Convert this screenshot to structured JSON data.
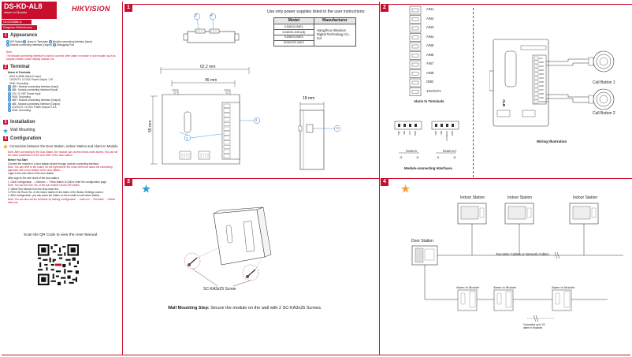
{
  "header": {
    "model": "DS-KD-AL8",
    "subtitle": "Alarm In Module",
    "doc_code": "UD12588B-A",
    "brand": "HIKVISION",
    "diagram_title": "Diagram References"
  },
  "left": {
    "sec1": {
      "num": "1",
      "title": "Appearance"
    },
    "appearance_items": [
      "DIP Switch",
      "Alarm In Terminals",
      "Module-connecting Interface (Input)",
      "Module-connecting Interface (Output)",
      "Debugging Port"
    ],
    "appearance_note_label": "Note:",
    "appearance_note": "The Module-connecting Interface is used to connect other alarm in module or sub module, such as keypad module, indoor display module, etc.",
    "sec2": {
      "num": "2",
      "title": "Terminal"
    },
    "terminal_header": "Alarm In Terminals",
    "terminal_lines": [
      "AIN1 to AIN8: Alarm In Input",
      "12VOUT1: 12 VDC Power Output, 1 W",
      "GND: Grounding"
    ],
    "mci_lines": [
      "485+: Module-connecting Interface (Input)",
      "485-: Module-connecting Interface (Input)",
      "12V: 12 VDC Power Input",
      "GND: Grounding",
      "485+: Module-connecting Interface (Output)",
      "485-: Module-connecting Interface (Output)",
      "12VOUT2: 12 VDC Power Output, 0.5 A",
      "GND: Grounding"
    ],
    "sec3": {
      "num": "3",
      "title": "Installation"
    },
    "wall_mounting": "Wall Mounting",
    "sec4": {
      "num": "4",
      "title": "Configuration"
    },
    "config_title": "Connection between the Door Station, Indoor Station and Alarm In Module",
    "config_note": "Note: After connecting to the door station, the module can use the mixed-order alarms. You can set the alarm parameters on the web client of the door station.",
    "before_start": "Before You Start",
    "before_start_text": "Connect the module to a door station device through module-connecting interface.",
    "before_start_note": "Note: You can refer to the Indoor On the right field to the cross reference about the connecting approach with a door station to the door station.",
    "login_text": "Login to the web client of the door station.",
    "after_login": "After login to the web client of the door station.",
    "steps": [
      "1. Click Configuration → Intercom → Press Button to Call to enter the configuration page.",
      "2. Select Sub Module from the drop-down list.",
      "3. Fill in the Room No. of the indoor station in the Alarm of the Button Settings column.",
      "4. After configuration, you can press the button on the module to call indoor station."
    ],
    "bold_note": "Note: You can set Sub. No. of the sub module via the DIP switch.",
    "web_note": "Note: You can also set the schedule by clicking Configuration → Intercom → Schedule → Global Intercom.",
    "qr_caption": "Scan the QR Code to view the User Manual."
  },
  "panel1": {
    "step": "1",
    "power_note": "Use only power supplies listed in the user instructions:",
    "table_headers": [
      "Model",
      "Manufacturer"
    ],
    "table_models": [
      "KD8003-IME1",
      "KD8003-IME1(B)",
      "KD8003-IME2",
      "KD8003F-IME2"
    ],
    "manufacturer": "Hangzhou Hikvision Digital Technology Co., Ltd.",
    "callout_3": "3",
    "callout_4": "4",
    "callout_1": "1",
    "callout_2": "2",
    "callout_5": "5",
    "dim_width": "62.2 mm",
    "dim_inner": "45 mm",
    "dim_height": "55 mm",
    "dim_depth": "18 mm"
  },
  "panel2": {
    "step": "2",
    "terminals": [
      "AIN1",
      "AIN2",
      "AIN3",
      "AIN4",
      "AIN5",
      "AIN6",
      "AIN7",
      "AIN8",
      "GND",
      "12VOUT1"
    ],
    "alarm_in_title": "Alarm In Terminals",
    "mci_title": "Module-connecting Interfaces",
    "mci_left_label": "RS485 IN",
    "mci_right_label": "RS485 OUT",
    "mci_left_pins": [
      "485+",
      "485-",
      "12V",
      "GND"
    ],
    "mci_right_pins": [
      "485+",
      "485-",
      "12VOUT2",
      "GND"
    ],
    "mci_left_nums": [
      "J1",
      "J4"
    ],
    "mci_right_nums": [
      "J1",
      "J4"
    ],
    "call_button_1": "Call Button 1",
    "call_button_2": "Call Button 2",
    "wiring_title": "Wiring Illustration",
    "dev_label": "ALB",
    "right_pins": [
      "12V",
      "GND",
      "AIN1",
      "AIN2",
      "AIN3",
      "AIN4",
      "AIN5",
      "AIN6",
      "AIN7",
      "AIN8",
      "GND",
      "12VOUT1"
    ]
  },
  "panel3": {
    "step": "3",
    "screw_label": "SC-KA3x25 Screw",
    "caption_bold": "Wall Mounting Step:",
    "caption_rest": "Secure the module on the wall with 2 SC-KA3x25 Screws."
  },
  "panel4": {
    "step": "4",
    "indoor_station": "Indoor Station",
    "door_station": "Door Station",
    "cables": "Two-Wire Cables or Network Cables",
    "alarm_module": "Alarm In Module",
    "cascading": "Cascading up to 20 alarm in modules"
  },
  "colors": {
    "accent_red": "#c8102e",
    "accent_blue": "#2a7cc7",
    "star_blue": "#2a9fd6",
    "star_orange": "#f0a030"
  }
}
